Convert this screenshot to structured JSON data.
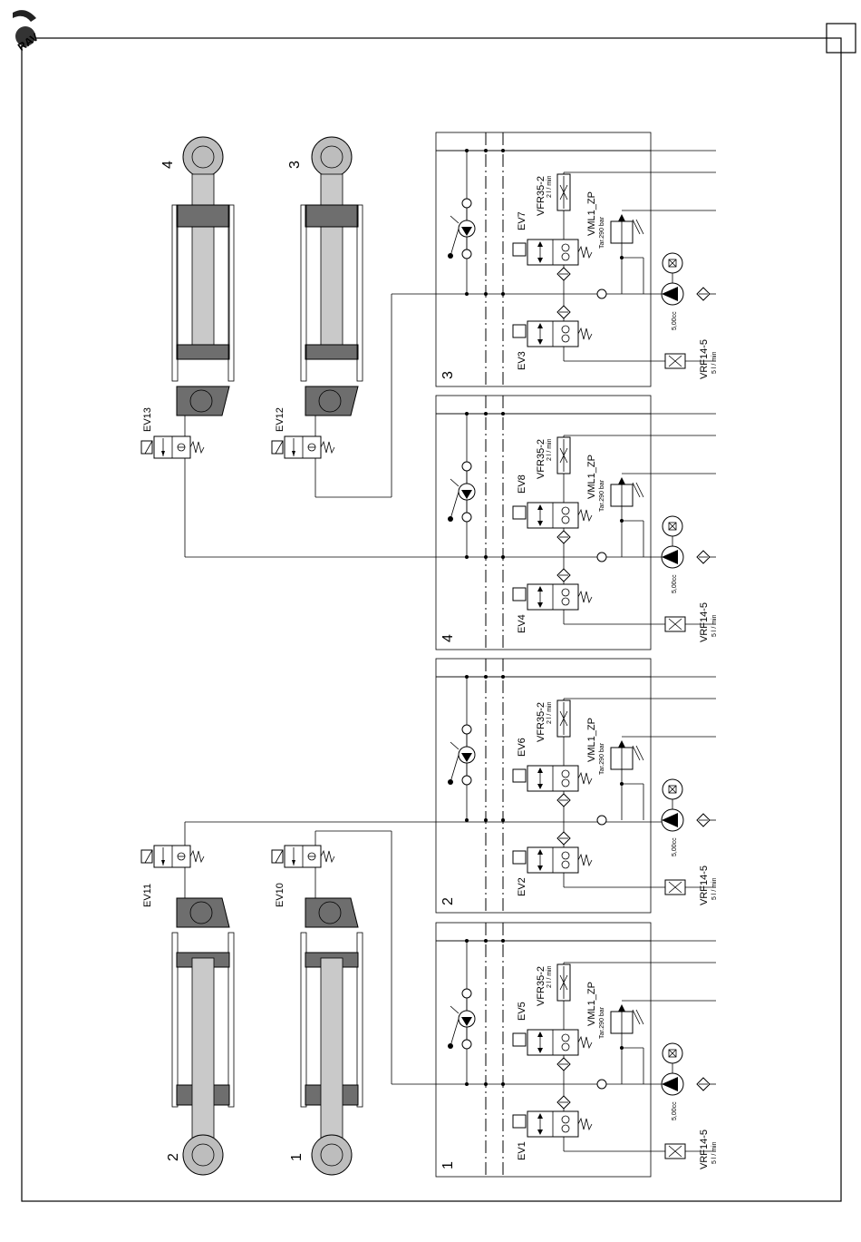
{
  "title_block": {
    "logo_text": "RAV",
    "corner_box_text": ""
  },
  "cylinders": [
    {
      "number": "4",
      "valve": "EV13"
    },
    {
      "number": "3",
      "valve": "EV12"
    },
    {
      "number": "2",
      "valve": "EV11"
    },
    {
      "number": "1",
      "valve": "EV10"
    }
  ],
  "modules": [
    {
      "number": "3",
      "valve_top": "EV7",
      "valve_bottom": "EV3"
    },
    {
      "number": "4",
      "valve_top": "EV8",
      "valve_bottom": "EV4"
    },
    {
      "number": "2",
      "valve_top": "EV6",
      "valve_bottom": "EV2"
    },
    {
      "number": "1",
      "valve_top": "EV5",
      "valve_bottom": "EV1"
    }
  ],
  "module_labels": {
    "flow_valve": "VFR35-2",
    "flow_rate": "2 l / min",
    "relief_valve": "VML1_ZP",
    "relief_setting": "Tar.290 bar",
    "pump_disp": "5,00cc",
    "return_valve": "VRF14-5",
    "return_rate": "5 l / min"
  }
}
